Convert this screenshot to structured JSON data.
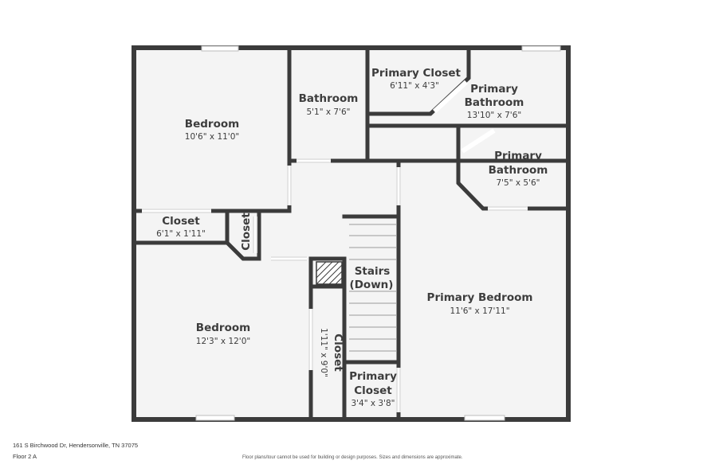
{
  "rooms": {
    "bedroom_nw": {
      "name": "Bedroom",
      "dims": "10'6\" x 11'0\""
    },
    "bathroom": {
      "name": "Bathroom",
      "dims": "5'1\" x 7'6\""
    },
    "primary_closet_top": {
      "name": "Primary Closet",
      "dims": "6'11\" x 4'3\""
    },
    "primary_bath_1": {
      "name_line1": "Primary",
      "name_line2": "Bathroom",
      "dims": "13'10\" x 7'6\""
    },
    "primary_bath_2": {
      "name_line1": "Primary",
      "name_line2": "Bathroom",
      "dims": "7'5\" x 5'6\""
    },
    "closet_w": {
      "name": "Closet",
      "dims": "6'1\" x 1'11\""
    },
    "closet_small": {
      "name": "Closet"
    },
    "stairs": {
      "name_line1": "Stairs",
      "name_line2": "(Down)"
    },
    "primary_bedroom": {
      "name": "Primary Bedroom",
      "dims": "11'6\" x 17'11\""
    },
    "bedroom_sw": {
      "name": "Bedroom",
      "dims": "12'3\" x 12'0\""
    },
    "closet_vertical": {
      "name": "Closet",
      "dims": "1'11\" x 9'0\""
    },
    "primary_closet_bottom": {
      "name_line1": "Primary",
      "name_line2": "Closet",
      "dims": "3'4\" x 3'8\""
    }
  },
  "footer": {
    "address": "161 S Birchwood Dr, Hendersonville, TN 37075",
    "floor": "Floor 2 A",
    "disclaimer": "Floor plans/tour cannot be used for building or design purposes. Sizes and dimensions are approximate."
  },
  "colors": {
    "wall": "#3b3b3b",
    "floor": "#f4f4f4",
    "window": "#bdbdbd"
  }
}
